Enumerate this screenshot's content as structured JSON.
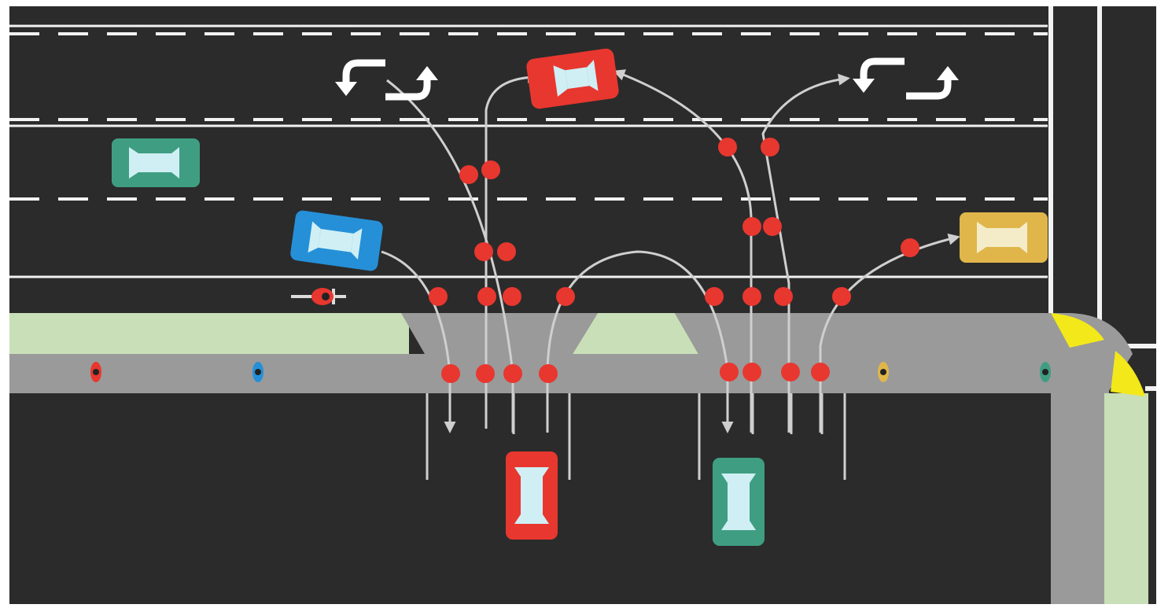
{
  "diagram": {
    "kind": "intersection conflict points",
    "colors": {
      "road": "#2b2b2b",
      "lane_marking": "#f2f2f2",
      "sidewalk": "#9a9a9a",
      "grass": "#c9dfb8",
      "conflict_point": "#e8372f",
      "path": "#cfcfcf",
      "corner_marker": "#f3e81a",
      "car_red": "#e8372f",
      "car_green": "#3f9e82",
      "car_blue": "#2590d8",
      "car_yellow": "#e0b64a",
      "windshield": "#cfeff5"
    },
    "icons": [
      "left-turn-arrow-icon",
      "right-turn-arrow-icon",
      "car-icon",
      "bicycle-icon",
      "pedestrian-icon"
    ],
    "vehicles": [
      {
        "name": "car-red-top",
        "color": "car_red",
        "heading": "west"
      },
      {
        "name": "car-green-left",
        "color": "car_green",
        "heading": "east"
      },
      {
        "name": "car-blue-left",
        "color": "car_blue",
        "heading": "east"
      },
      {
        "name": "car-yellow-right",
        "color": "car_yellow",
        "heading": "east"
      },
      {
        "name": "car-red-bottom",
        "color": "car_red",
        "heading": "south"
      },
      {
        "name": "car-green-bottom",
        "color": "car_green",
        "heading": "south"
      }
    ],
    "conflict_point_count": 26
  }
}
